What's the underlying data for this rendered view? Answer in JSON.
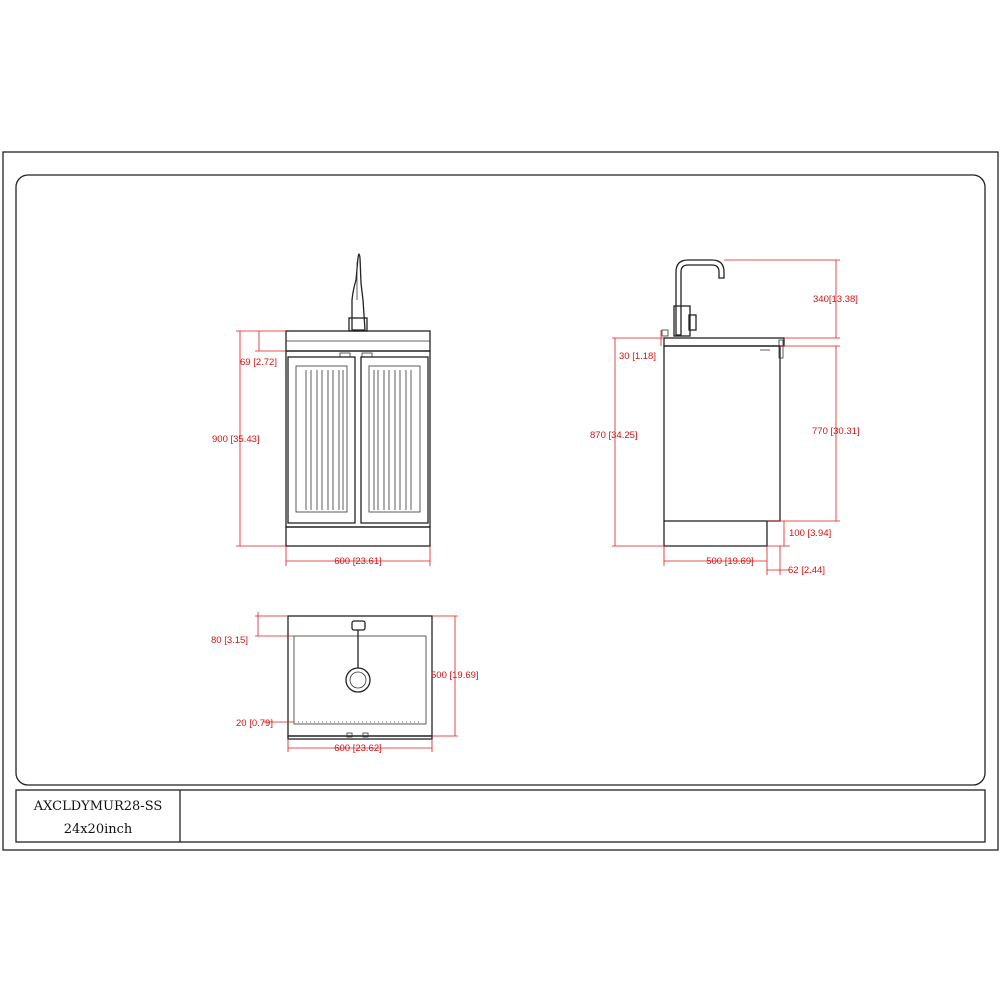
{
  "drawing": {
    "model": "AXCLDYMUR28-SS",
    "size": "24x20inch"
  },
  "front_view": {
    "dim_top_band": "69 [2.72]",
    "dim_height": "900 [35.43]",
    "dim_width": "600 [23.61]"
  },
  "side_view": {
    "dim_faucet": "340[13.38]",
    "dim_top": "30 [1.18]",
    "dim_total_height": "870 [34.25]",
    "dim_cabinet_height": "770 [30.31]",
    "dim_kick_height": "100 [3.94]",
    "dim_depth": "500 [19.69]",
    "dim_kick_depth": "62 [2.44]"
  },
  "top_view": {
    "dim_back": "80 [3.15]",
    "dim_depth": "500 [19.69]",
    "dim_front": "20 [0.79]",
    "dim_width": "600 [23.62]"
  },
  "colors": {
    "line": "#222222",
    "dimension": "#e01a1a"
  }
}
